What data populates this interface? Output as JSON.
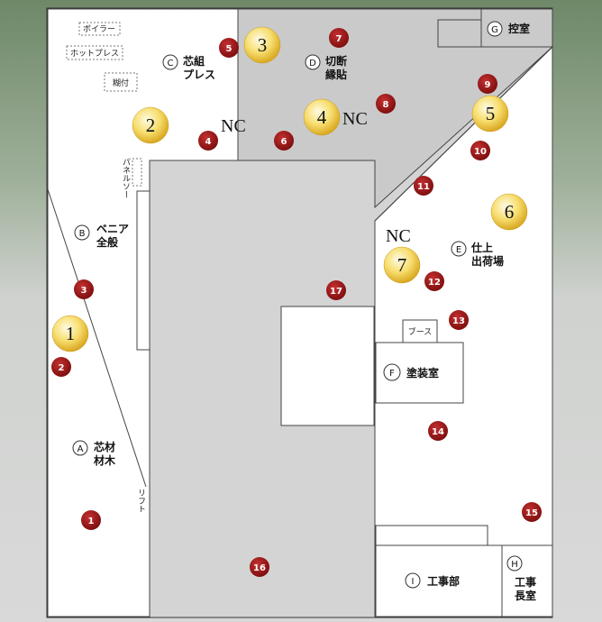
{
  "zones": {
    "A": {
      "letter": "A",
      "lines": [
        "芯材",
        "材木"
      ]
    },
    "B": {
      "letter": "B",
      "lines": [
        "ベニア",
        "全般"
      ]
    },
    "C": {
      "letter": "C",
      "lines": [
        "芯組",
        "プレス"
      ]
    },
    "D": {
      "letter": "D",
      "lines": [
        "切断",
        "縁貼"
      ]
    },
    "E": {
      "letter": "E",
      "lines": [
        "仕上",
        "出荷場"
      ]
    },
    "F": {
      "letter": "F",
      "lines": [
        "塗装室"
      ]
    },
    "G": {
      "letter": "G",
      "lines": [
        "控室"
      ]
    },
    "H": {
      "letter": "H",
      "lines": [
        "工事",
        "長室"
      ]
    },
    "I": {
      "letter": "I",
      "lines": [
        "工事部"
      ]
    }
  },
  "labels": {
    "boiler": "ボイラー",
    "hotpress": "ホットプレス",
    "glue": "糊付",
    "panelsaw": "パネルソー",
    "lift": "リフト",
    "booth": "ブース"
  },
  "nc": [
    "NC",
    "NC",
    "NC"
  ],
  "gold": [
    "1",
    "2",
    "3",
    "4",
    "5",
    "6",
    "7"
  ],
  "red": [
    "1",
    "2",
    "3",
    "4",
    "5",
    "6",
    "7",
    "8",
    "9",
    "10",
    "11",
    "12",
    "13",
    "14",
    "15",
    "16",
    "17"
  ],
  "colors": {
    "floor": "#ffffff",
    "gray_area": "#d4d4d4",
    "zone_d": "#cacaca",
    "red_marker": "#8e1212",
    "gold_marker": "#f2cf4a"
  }
}
